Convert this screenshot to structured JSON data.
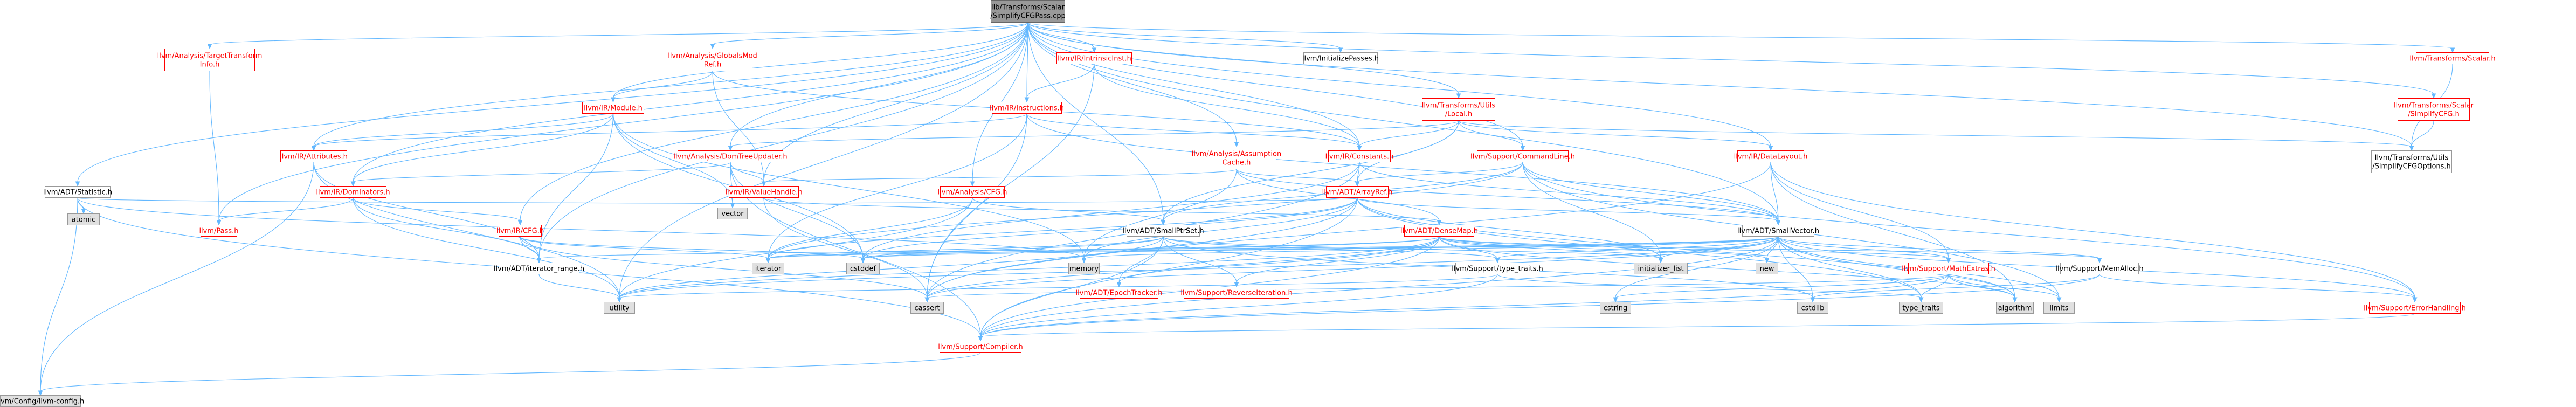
{
  "graph": {
    "root": [
      "lib/Transforms/Scalar",
      "/SimplifyCFGPass.cpp"
    ],
    "colors": {
      "edge": "#63b8ff",
      "link_text": "#ff0000",
      "root_fill": "#999999",
      "system_fill": "#e0e0e0"
    },
    "nodes": {
      "root": {
        "lines": [
          "lib/Transforms/Scalar",
          "/SimplifyCFGPass.cpp"
        ],
        "kind": "root"
      },
      "tti": {
        "lines": [
          "llvm/Analysis/TargetTransform",
          "Info.h"
        ],
        "kind": "red"
      },
      "gmr": {
        "lines": [
          "llvm/Analysis/GlobalsMod",
          "Ref.h"
        ],
        "kind": "red"
      },
      "intrinsicinst": {
        "lines": [
          "llvm/IR/IntrinsicInst.h"
        ],
        "kind": "red"
      },
      "initpasses": {
        "lines": [
          "llvm/InitializePasses.h"
        ],
        "kind": "plain"
      },
      "scalar": {
        "lines": [
          "llvm/Transforms/Scalar.h"
        ],
        "kind": "red"
      },
      "simplifycfg": {
        "lines": [
          "llvm/Transforms/Scalar",
          "/SimplifyCFG.h"
        ],
        "kind": "red"
      },
      "module": {
        "lines": [
          "llvm/IR/Module.h"
        ],
        "kind": "red"
      },
      "instructions": {
        "lines": [
          "llvm/IR/Instructions.h"
        ],
        "kind": "red"
      },
      "local": {
        "lines": [
          "llvm/Transforms/Utils",
          "/Local.h"
        ],
        "kind": "red"
      },
      "statistic": {
        "lines": [
          "llvm/ADT/Statistic.h"
        ],
        "kind": "plain"
      },
      "attributes": {
        "lines": [
          "llvm/IR/Attributes.h"
        ],
        "kind": "red"
      },
      "domtreeupdater": {
        "lines": [
          "llvm/Analysis/DomTreeUpdater.h"
        ],
        "kind": "red"
      },
      "assumptioncache": {
        "lines": [
          "llvm/Analysis/Assumption",
          "Cache.h"
        ],
        "kind": "red"
      },
      "constants": {
        "lines": [
          "llvm/IR/Constants.h"
        ],
        "kind": "red"
      },
      "commandline": {
        "lines": [
          "llvm/Support/CommandLine.h"
        ],
        "kind": "red"
      },
      "datalayout": {
        "lines": [
          "llvm/IR/DataLayout.h"
        ],
        "kind": "red"
      },
      "simplifycfgoptions": {
        "lines": [
          "llvm/Transforms/Utils",
          "/SimplifyCFGOptions.h"
        ],
        "kind": "plain"
      },
      "dominators": {
        "lines": [
          "llvm/IR/Dominators.h"
        ],
        "kind": "red"
      },
      "valuehandle": {
        "lines": [
          "llvm/IR/ValueHandle.h"
        ],
        "kind": "red"
      },
      "analysiscfg": {
        "lines": [
          "llvm/Analysis/CFG.h"
        ],
        "kind": "red"
      },
      "arrayref": {
        "lines": [
          "llvm/ADT/ArrayRef.h"
        ],
        "kind": "red"
      },
      "atomic": {
        "lines": [
          "atomic"
        ],
        "kind": "sys"
      },
      "pass": {
        "lines": [
          "llvm/Pass.h"
        ],
        "kind": "red"
      },
      "vector": {
        "lines": [
          "vector"
        ],
        "kind": "sys"
      },
      "ircfg": {
        "lines": [
          "llvm/IR/CFG.h"
        ],
        "kind": "red"
      },
      "smallptrset": {
        "lines": [
          "llvm/ADT/SmallPtrSet.h"
        ],
        "kind": "plain"
      },
      "densemap": {
        "lines": [
          "llvm/ADT/DenseMap.h"
        ],
        "kind": "red"
      },
      "smallvector": {
        "lines": [
          "llvm/ADT/SmallVector.h"
        ],
        "kind": "plain"
      },
      "iteratorrange": {
        "lines": [
          "llvm/ADT/iterator_range.h"
        ],
        "kind": "plain"
      },
      "iterator": {
        "lines": [
          "iterator"
        ],
        "kind": "sys"
      },
      "cstddef": {
        "lines": [
          "cstddef"
        ],
        "kind": "sys"
      },
      "memory": {
        "lines": [
          "memory"
        ],
        "kind": "sys"
      },
      "epochtracker": {
        "lines": [
          "llvm/ADT/EpochTracker.h"
        ],
        "kind": "red"
      },
      "reverseiteration": {
        "lines": [
          "llvm/Support/ReverseIteration.h"
        ],
        "kind": "red"
      },
      "typetraits": {
        "lines": [
          "llvm/Support/type_traits.h"
        ],
        "kind": "plain"
      },
      "initlist": {
        "lines": [
          "initializer_list"
        ],
        "kind": "sys"
      },
      "new": {
        "lines": [
          "new"
        ],
        "kind": "sys"
      },
      "mathextras": {
        "lines": [
          "llvm/Support/MathExtras.h"
        ],
        "kind": "red"
      },
      "memalloc": {
        "lines": [
          "llvm/Support/MemAlloc.h"
        ],
        "kind": "plain"
      },
      "utility": {
        "lines": [
          "utility"
        ],
        "kind": "sys"
      },
      "cassert": {
        "lines": [
          "cassert"
        ],
        "kind": "sys"
      },
      "cstring": {
        "lines": [
          "cstring"
        ],
        "kind": "sys"
      },
      "cstdlib": {
        "lines": [
          "cstdlib"
        ],
        "kind": "sys"
      },
      "typetraitsstd": {
        "lines": [
          "type_traits"
        ],
        "kind": "sys"
      },
      "algorithm": {
        "lines": [
          "algorithm"
        ],
        "kind": "sys"
      },
      "limits": {
        "lines": [
          "limits"
        ],
        "kind": "sys"
      },
      "errorhandling": {
        "lines": [
          "llvm/Support/ErrorHandling.h"
        ],
        "kind": "red"
      },
      "compiler": {
        "lines": [
          "llvm/Support/Compiler.h"
        ],
        "kind": "red"
      },
      "llvmconfig": {
        "lines": [
          "llvm/Config/llvm-config.h"
        ],
        "kind": "sys"
      }
    }
  }
}
